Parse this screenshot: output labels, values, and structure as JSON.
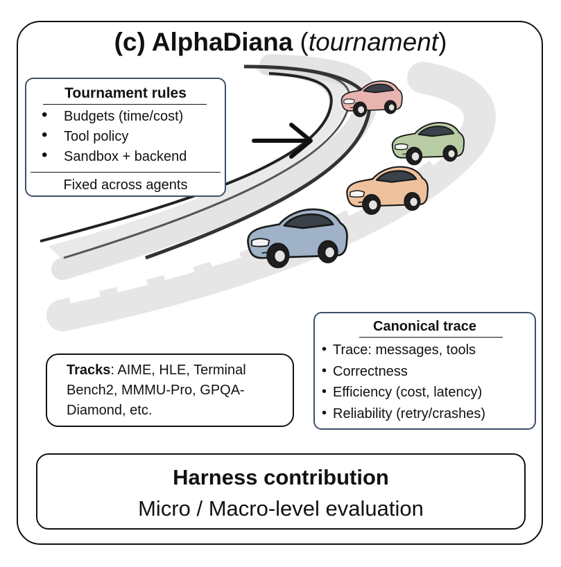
{
  "title": {
    "prefix": "(c) AlphaDiana",
    "open_paren": " (",
    "emphasis": "tournament",
    "close_paren": ")"
  },
  "tournament_rules": {
    "heading": "Tournament rules",
    "items": [
      "Budgets (time/cost)",
      "Tool policy",
      "Sandbox + backend"
    ],
    "footer": "Fixed across agents"
  },
  "canonical_trace": {
    "heading": "Canonical trace",
    "items": [
      "Trace: messages, tools",
      "Correctness",
      "Efficiency (cost, latency)",
      "Reliability (retry/crashes)"
    ]
  },
  "tracks": {
    "label": "Tracks",
    "text": ":  AIME, HLE, Terminal Bench2, MMMU-Pro, GPQA-Diamond, etc."
  },
  "harness": {
    "heading": "Harness contribution",
    "subheading": "Micro / Macro-level evaluation"
  },
  "illustration": {
    "arrow_icon": "right-arrow-icon",
    "road_color": "#d8d8d8",
    "cars": [
      {
        "name": "car-pink",
        "color": "#e7b4b0"
      },
      {
        "name": "car-green",
        "color": "#b9cda4"
      },
      {
        "name": "car-orange",
        "color": "#efc29d"
      },
      {
        "name": "car-blue",
        "color": "#9fb2c7"
      }
    ]
  }
}
